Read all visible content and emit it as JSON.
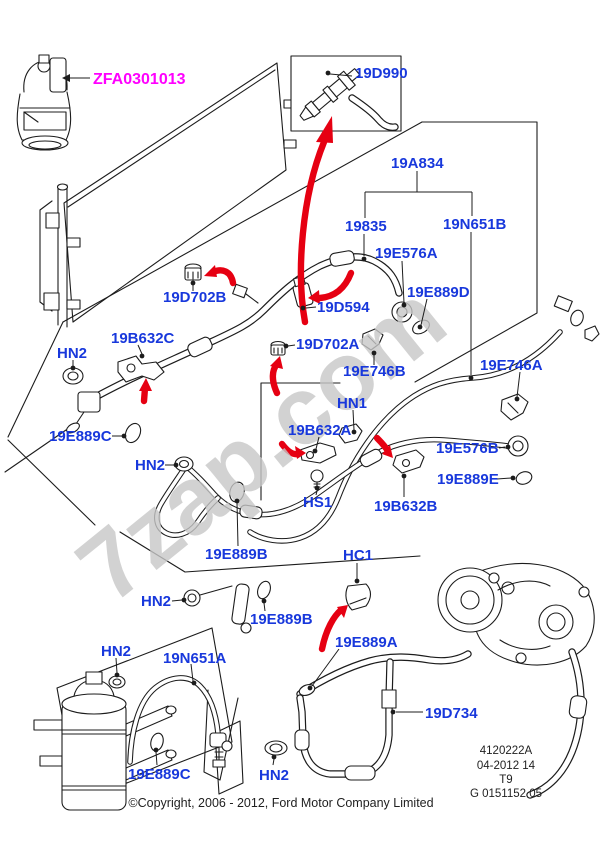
{
  "watermark": "7zap.com",
  "highlight_label": "ZFA0301013",
  "footer": {
    "copyright": "©Copyright, 2006 - 2012, Ford Motor Company Limited"
  },
  "ref_block": {
    "part_ref": "4120222A",
    "date_code": "04-2012 14",
    "sheet": "T9",
    "drawing_no": "G 0151152 05"
  },
  "labels": [
    {
      "id": "19D990",
      "text": "19D990"
    },
    {
      "id": "19A834",
      "text": "19A834"
    },
    {
      "id": "19835",
      "text": "19835"
    },
    {
      "id": "19N651B",
      "text": "19N651B"
    },
    {
      "id": "19E576A",
      "text": "19E576A"
    },
    {
      "id": "19E889D",
      "text": "19E889D"
    },
    {
      "id": "19D702B",
      "text": "19D702B"
    },
    {
      "id": "19D594",
      "text": "19D594"
    },
    {
      "id": "19D702A",
      "text": "19D702A"
    },
    {
      "id": "19B632C",
      "text": "19B632C"
    },
    {
      "id": "HN2-1",
      "text": "HN2"
    },
    {
      "id": "19E746B",
      "text": "19E746B"
    },
    {
      "id": "19E746A",
      "text": "19E746A"
    },
    {
      "id": "HN1",
      "text": "HN1"
    },
    {
      "id": "19E889C-1",
      "text": "19E889C"
    },
    {
      "id": "19B632A",
      "text": "19B632A"
    },
    {
      "id": "HN2-2",
      "text": "HN2"
    },
    {
      "id": "19E576B",
      "text": "19E576B"
    },
    {
      "id": "19E889E",
      "text": "19E889E"
    },
    {
      "id": "HS1",
      "text": "HS1"
    },
    {
      "id": "19B632B",
      "text": "19B632B"
    },
    {
      "id": "19E889B-1",
      "text": "19E889B"
    },
    {
      "id": "HC1",
      "text": "HC1"
    },
    {
      "id": "HN2-3",
      "text": "HN2"
    },
    {
      "id": "19E889B-2",
      "text": "19E889B"
    },
    {
      "id": "19E889A",
      "text": "19E889A"
    },
    {
      "id": "HN2-4",
      "text": "HN2"
    },
    {
      "id": "19N651A",
      "text": "19N651A"
    },
    {
      "id": "19D734",
      "text": "19D734"
    },
    {
      "id": "19E889C-2",
      "text": "19E889C"
    },
    {
      "id": "HN2-5",
      "text": "HN2"
    }
  ],
  "colors": {
    "label_blue": "#1838dc",
    "highlight_magenta": "#ff00ff",
    "arrow_red": "#e60012",
    "watermark_grey": "#c8c8c8",
    "line_black": "#1c1c1c"
  }
}
